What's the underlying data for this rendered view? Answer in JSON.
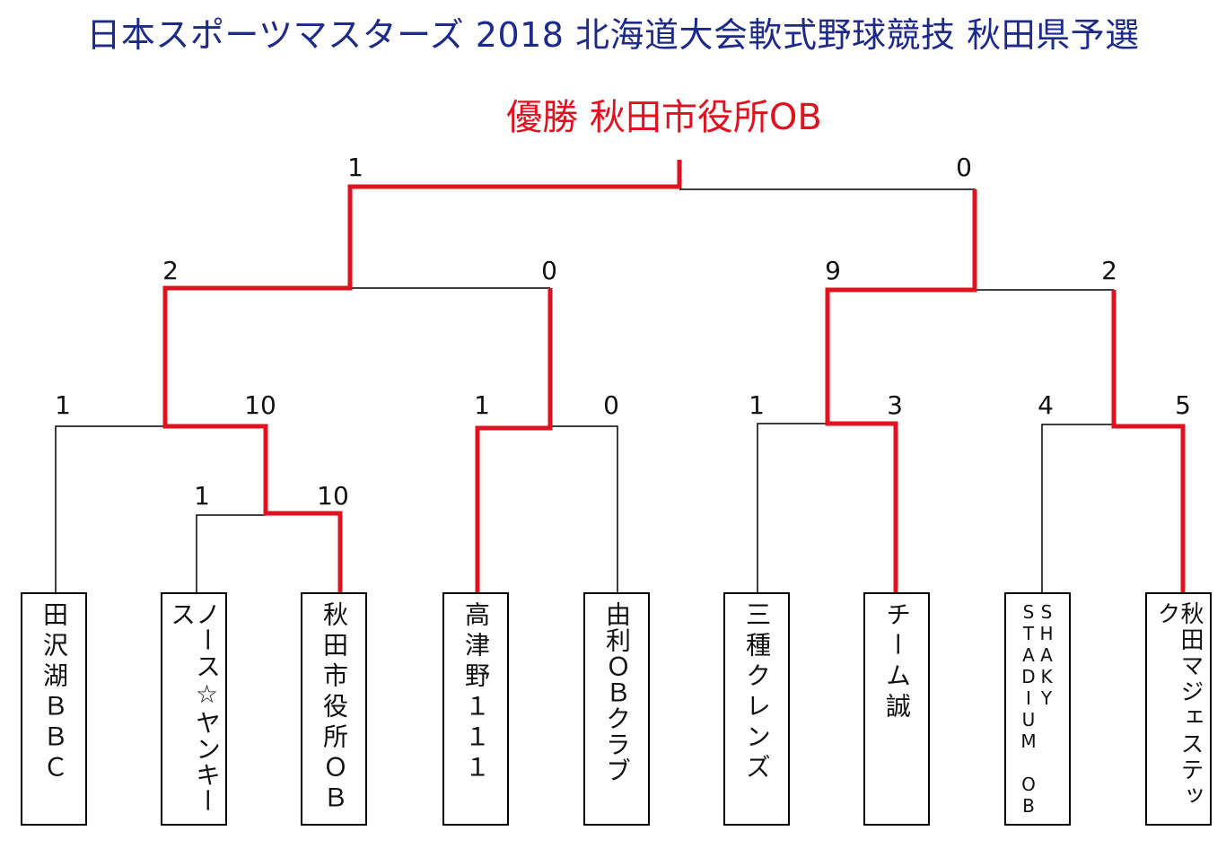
{
  "title": "日本スポーツマスターズ 2018  北海道大会軟式野球競技 秋田県予選",
  "champion": "優勝  秋田市役所OB",
  "colors": {
    "title": "#1c2a8c",
    "winner_line": "#e0121f",
    "loser_line": "#000000"
  },
  "teams": [
    "田沢湖ＢＢＣ",
    "ノース☆ヤンキース",
    "秋田市役所ＯＢ",
    "高津野１１１",
    "由利ＯＢクラブ",
    "三種クレンズ",
    "チーム誠",
    "SHAKY STADIUM OB",
    "秋田マジェステック"
  ],
  "scores": {
    "final_left": "1",
    "final_right": "0",
    "semi1_left": "2",
    "semi1_right": "0",
    "semi2_left": "9",
    "semi2_right": "2",
    "qf1_left": "1",
    "qf1_right": "10",
    "qf2_left": "1",
    "qf2_right": "0",
    "qf3_left": "1",
    "qf3_right": "3",
    "qf4_left": "4",
    "qf4_right": "5",
    "r1_left": "1",
    "r1_right": "10"
  }
}
